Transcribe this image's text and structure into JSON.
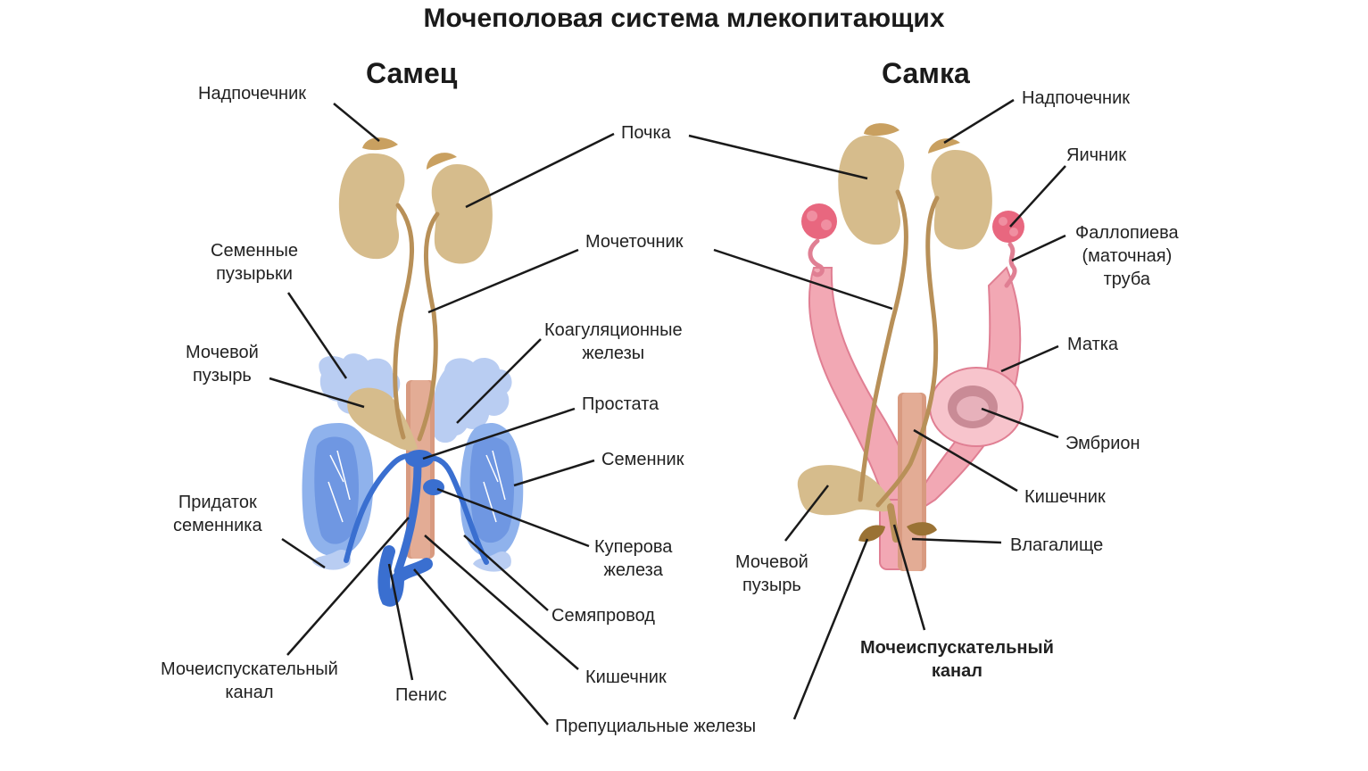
{
  "title": "Мочеполовая система млекопитающих",
  "male": {
    "heading": "Самец",
    "labels": {
      "adrenal": "Надпочечник",
      "kidney": "Почка",
      "ureter": "Мочеточник",
      "seminal_vesicles": "Семенные\nпузырьки",
      "bladder": "Мочевой\nпузырь",
      "coagulating_glands": "Коагуляционные\nжелезы",
      "prostate": "Простата",
      "testis": "Семенник",
      "epididymis": "Придаток\nсеменника",
      "cowper": "Куперова\nжелеза",
      "vas_deferens": "Семяпровод",
      "urethra": "Мочеиспускательный\nканал",
      "penis": "Пенис",
      "intestine": "Кишечник",
      "preputial": "Препуциальные железы"
    }
  },
  "female": {
    "heading": "Самка",
    "labels": {
      "adrenal": "Надпочечник",
      "ovary": "Яичник",
      "fallopian": "Фаллопиева\n(маточная)\nтруба",
      "uterus": "Матка",
      "embryo": "Эмбрион",
      "intestine": "Кишечник",
      "vagina": "Влагалище",
      "bladder": "Мочевой\nпузырь",
      "urethra": "Мочеиспускательный\nканал"
    }
  },
  "colors": {
    "kidney": "#d6bc8c",
    "adrenal": "#c9a060",
    "ureter": "#b89058",
    "blue_dark": "#3a6fd0",
    "blue_light": "#8fb2ec",
    "blue_pale": "#b9cdf2",
    "intestine": "#d89a80",
    "pink": "#f2a8b4",
    "pink_dark": "#e07f93",
    "ovary": "#e8677f"
  }
}
